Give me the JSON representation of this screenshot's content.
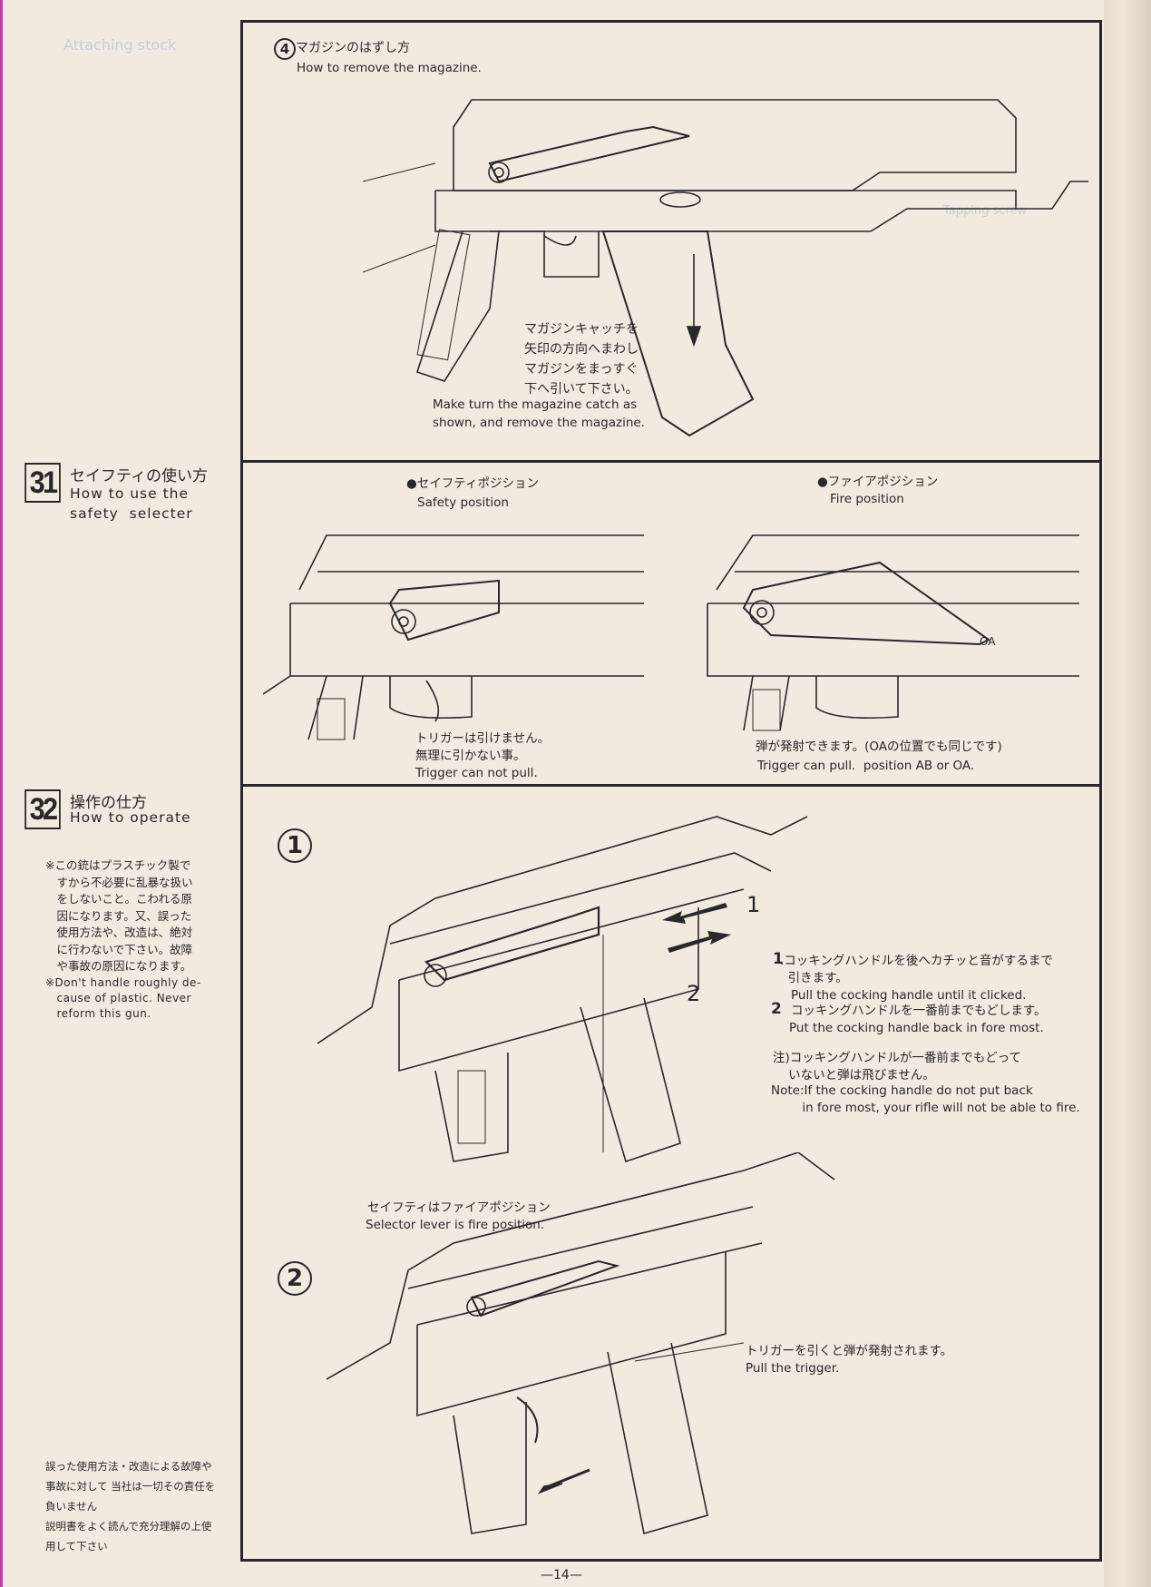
{
  "step4": {
    "number": "4",
    "title_jp": "マガジンのはずし方",
    "title_en": "How to remove the magazine.",
    "caption_jp": "マガジンキャッチを\n矢印の方向へまわし\nマガジンをまっすぐ\n下へ引いて下さい。",
    "caption_en": "Make turn the magazine catch as\nshown, and remove the magazine."
  },
  "section31": {
    "number": "31",
    "title_jp": "セイフティの使い方",
    "title_en": "How to use the\nsafety  selecter",
    "safety": {
      "label_jp": "●セイフティポジション",
      "label_en": "Safety position",
      "caption_jp": "トリガーは引けません。\n無理に引かない事。",
      "caption_en": "Trigger can not pull."
    },
    "fire": {
      "label_jp": "●ファイアポジション",
      "label_en": "Fire position",
      "marker": "OA",
      "caption_jp": "弾が発射できます。(OAの位置でも同じです)",
      "caption_en": "Trigger can pull.  position AB or OA."
    }
  },
  "section32": {
    "number": "32",
    "title_jp": "操作の仕方",
    "title_en": "How to operate",
    "warning_jp": "※この銃はプラスチック製で\n　すから不必要に乱暴な扱い\n　をしないこと。こわれる原\n　因になります。又、誤った\n　使用方法や、改造は、絶対\n　に行わないで下さい。故障\n　や事故の原因になります。",
    "warning_en": "※Don't handle roughly de-\n　cause of plastic. Never\n　reform this gun.",
    "disclaimer": "誤った使用方法・改造による故障や\n事故に対して 当社は一切その責任を\n負いません\n説明書をよく読んで充分理解の上使\n用して下さい",
    "step1": {
      "number": "1",
      "arrow1": "1",
      "arrow2": "2",
      "selector_jp": "セイフティはファイアポジション",
      "selector_en": "Selector lever is fire position.",
      "instr1_num": "1",
      "instr1_jp": ".コッキングハンドルを後へカチッと音がするまで\n  引きます。",
      "instr1_en": "Pull the cocking handle until it clicked.",
      "instr2_num": "2",
      "instr2_jp": "コッキングハンドルを一番前までもどします。",
      "instr2_en": "Put the cocking handle back in fore most.",
      "note_jp": "注)コッキングハンドルが一番前までもどって\n    いないと弾は飛びません。",
      "note_en": "Note:If the cocking handle do not put back\n        in fore most, your rifle will not be able to fire."
    },
    "step2": {
      "number": "2",
      "caption_jp": "トリガーを引くと弾が発射されます。",
      "caption_en": "Pull the trigger."
    }
  },
  "page_number": "—14—"
}
